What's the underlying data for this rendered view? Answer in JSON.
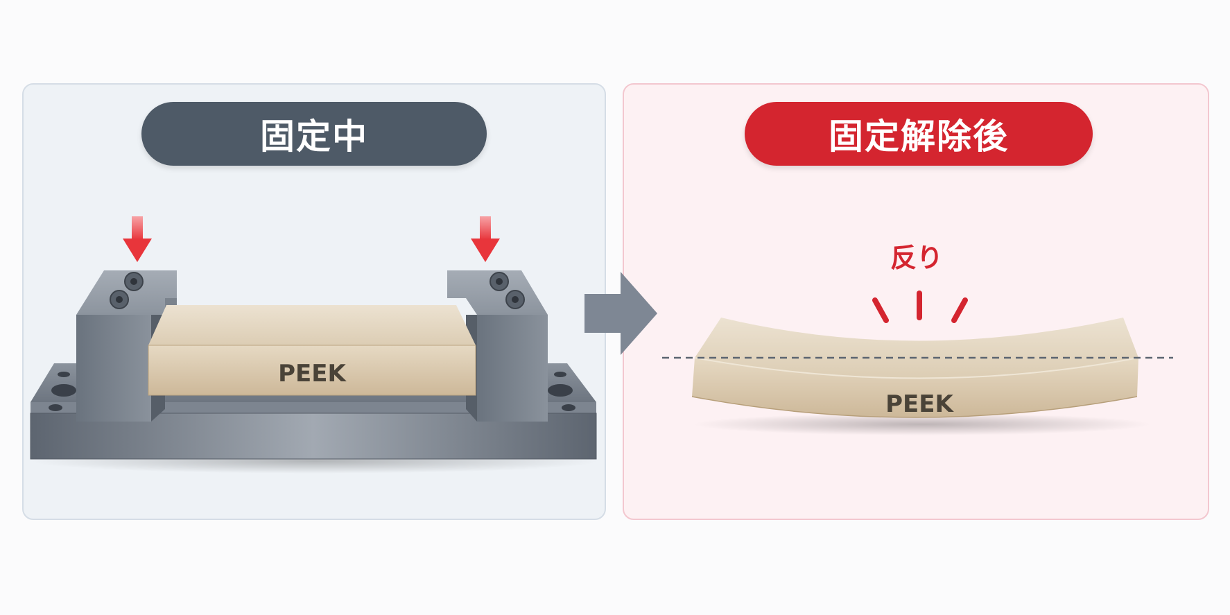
{
  "left_panel": {
    "title": "固定中",
    "part_label": "PEEK"
  },
  "right_panel": {
    "title": "固定解除後",
    "part_label": "PEEK",
    "warp_label": "反り"
  },
  "colors": {
    "left_pill": "#4e5a67",
    "right_pill": "#d4252f",
    "arrow": "#7e8794",
    "clamp_arrow": "#e8353b",
    "peek": "#dccbb0"
  },
  "icons": {
    "clamp_arrows": "down-arrow-icon",
    "transition": "right-arrow-icon",
    "screws": "screw-icon"
  }
}
